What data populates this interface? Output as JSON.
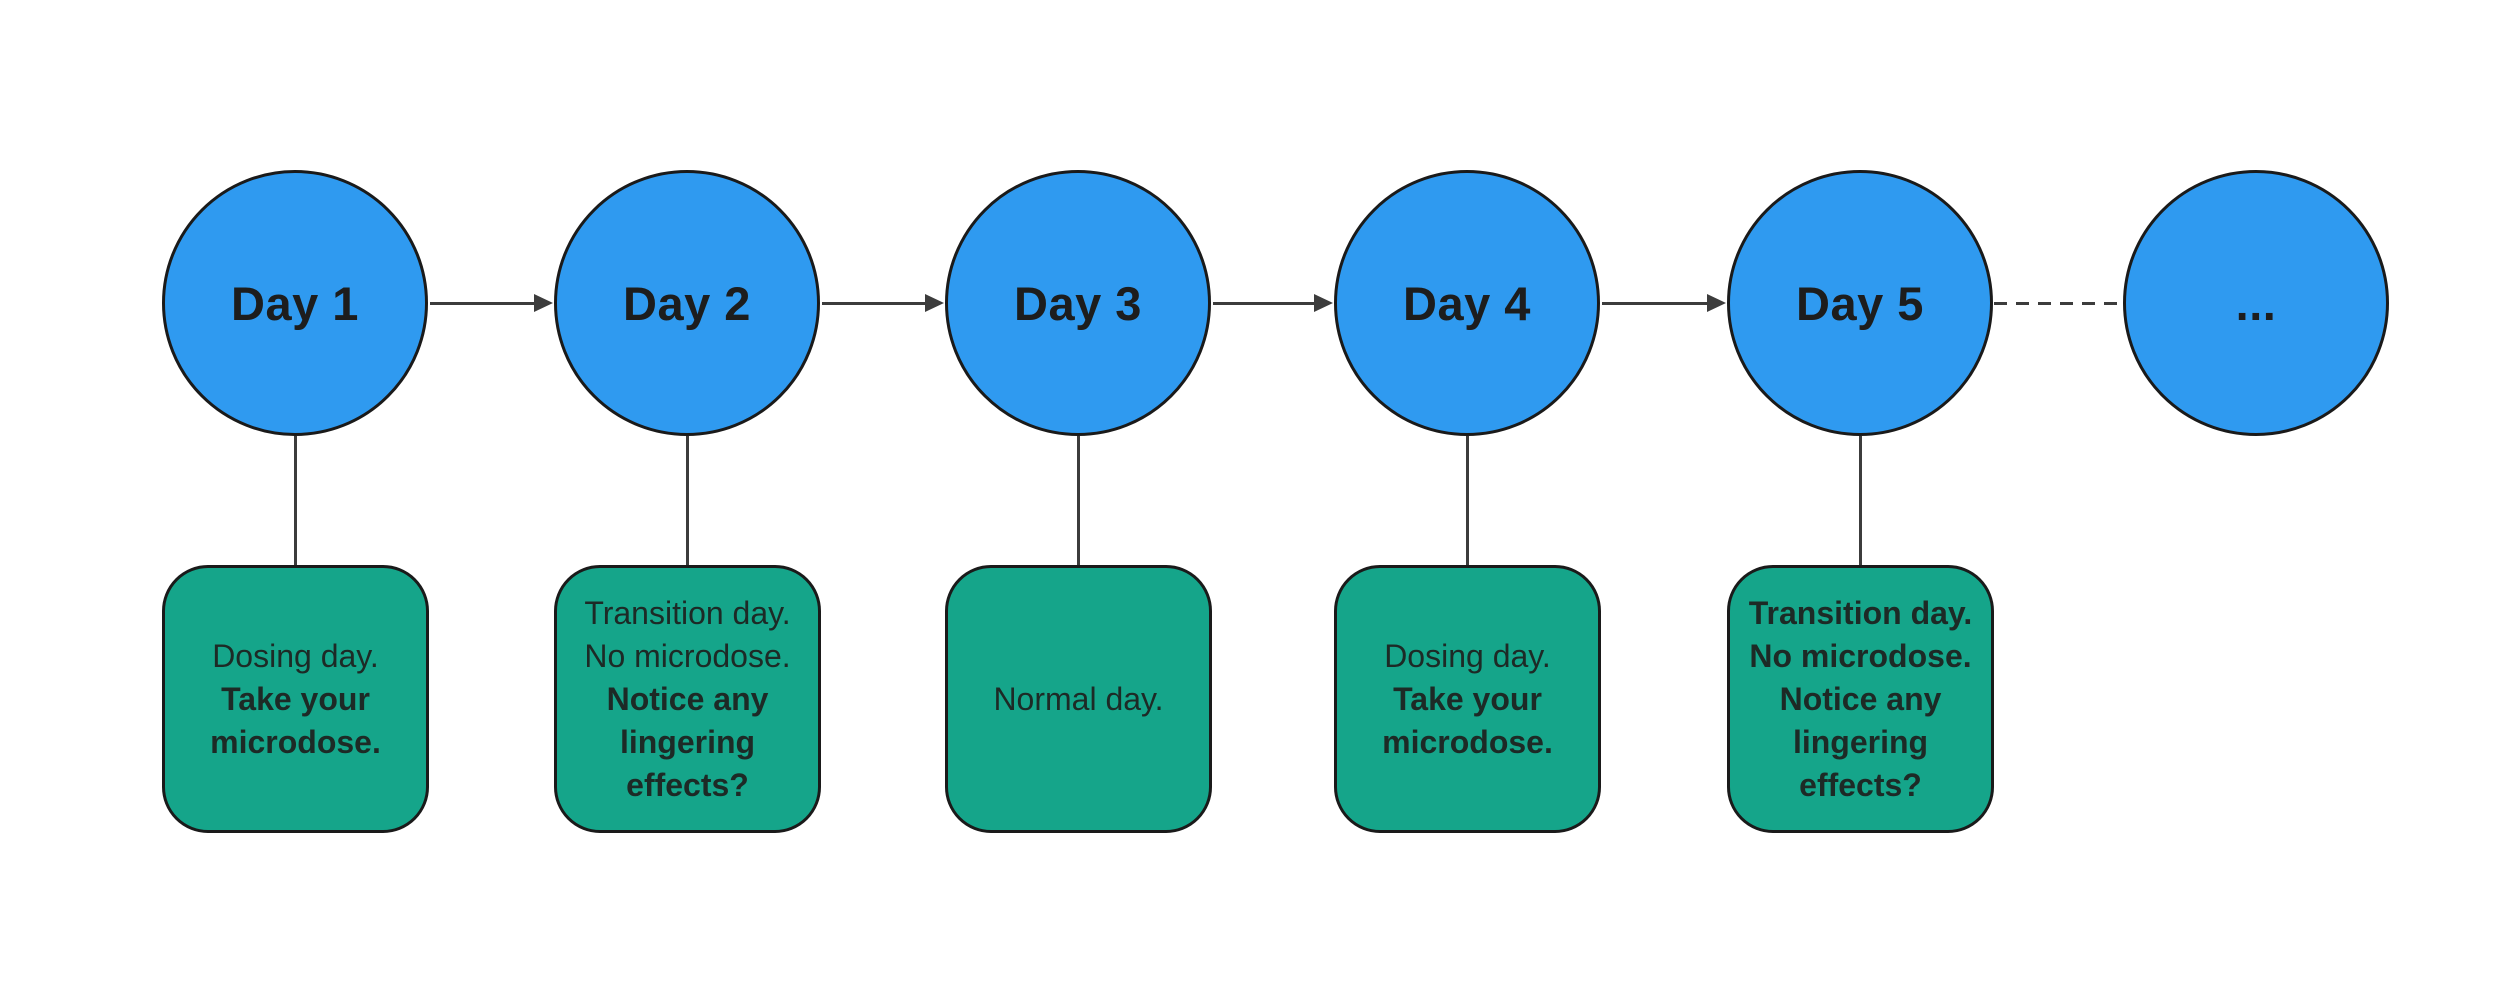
{
  "diagram": {
    "type": "flowchart-timeline",
    "colors": {
      "node_fill": "#2F9AF0",
      "note_fill": "#15A58A",
      "shape_border": "#1A1A1A",
      "connector": "#3C3C3C",
      "text": "#1D1D1D",
      "background": "#FFFFFF"
    },
    "days": [
      {
        "label": "Day 1",
        "note_lines": [
          {
            "text": "Dosing day.",
            "bold": false
          },
          {
            "text": "Take your",
            "bold": true
          },
          {
            "text": "microdose.",
            "bold": true
          }
        ]
      },
      {
        "label": "Day 2",
        "note_lines": [
          {
            "text": "Transition day.",
            "bold": false
          },
          {
            "text": "No microdose.",
            "bold": false
          },
          {
            "text": "Notice any",
            "bold": true
          },
          {
            "text": "lingering",
            "bold": true
          },
          {
            "text": "effects?",
            "bold": true
          }
        ]
      },
      {
        "label": "Day 3",
        "note_lines": [
          {
            "text": "Normal day.",
            "bold": false
          }
        ]
      },
      {
        "label": "Day 4",
        "note_lines": [
          {
            "text": "Dosing day.",
            "bold": false
          },
          {
            "text": "Take your",
            "bold": true
          },
          {
            "text": "microdose.",
            "bold": true
          }
        ]
      },
      {
        "label": "Day 5",
        "note_lines": [
          {
            "text": "Transition day.",
            "bold": true
          },
          {
            "text": "No microdose.",
            "bold": true
          },
          {
            "text": "Notice any",
            "bold": true
          },
          {
            "text": "lingering",
            "bold": true
          },
          {
            "text": "effects?",
            "bold": true
          }
        ]
      }
    ],
    "ellipsis_label": "..."
  }
}
